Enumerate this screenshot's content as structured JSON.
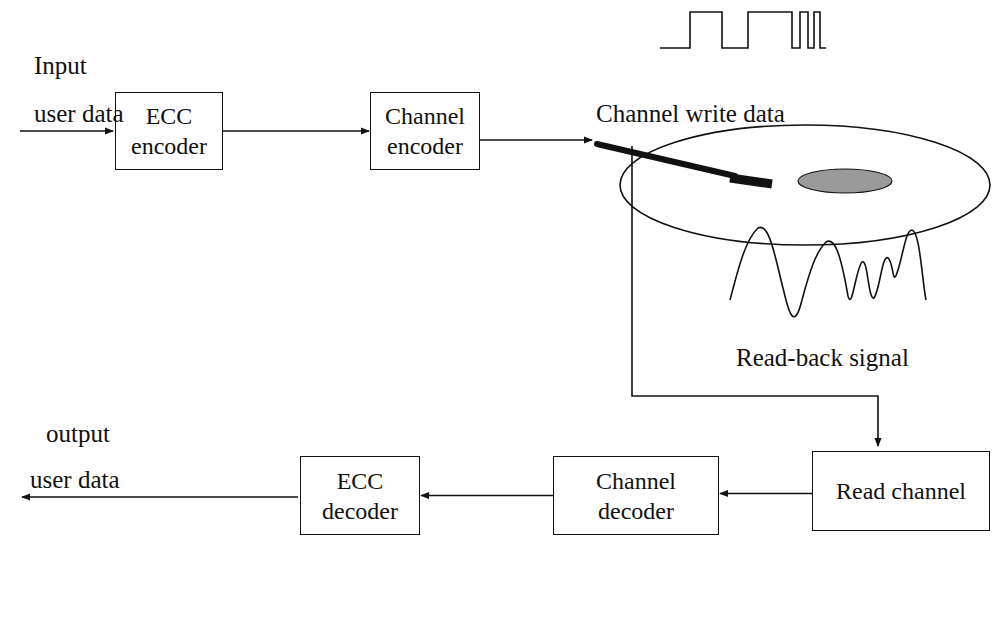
{
  "diagram": {
    "nodes": [
      {
        "text": [
          "ECC encoder"
        ]
      },
      {
        "text": [
          "Channel encoder"
        ]
      },
      {
        "text": [
          "Read channel"
        ]
      },
      {
        "text": [
          "Channel decoder"
        ]
      },
      {
        "text": [
          "ECC decoder"
        ]
      }
    ],
    "edges": [
      {
        "from": 0,
        "to": 1,
        "arrow": "to"
      },
      {
        "from": 2,
        "to": 3,
        "arrow": "to"
      },
      {
        "from": 3,
        "to": 4,
        "arrow": "to"
      }
    ],
    "labels": [
      "Input",
      "user data",
      "Channel write data",
      "Read-back signal",
      "output",
      "user data"
    ]
  }
}
